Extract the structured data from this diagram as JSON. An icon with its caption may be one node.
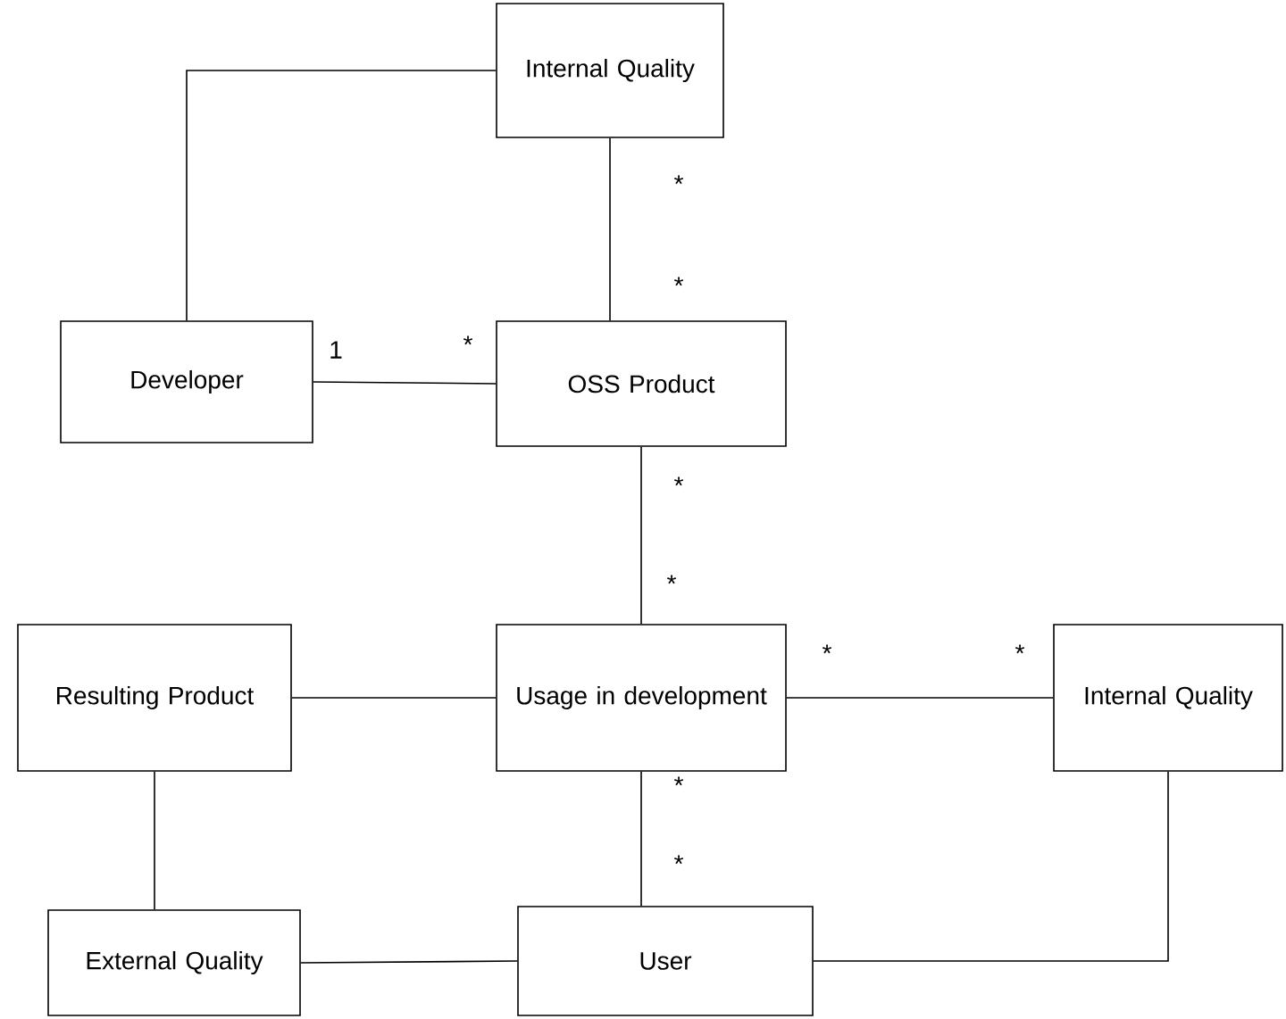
{
  "diagram": {
    "nodes": [
      {
        "text": [
          "Internal Quality"
        ]
      },
      {
        "text": [
          "Developer"
        ]
      },
      {
        "text": [
          "OSS Product"
        ]
      },
      {
        "text": [
          "Resulting Product"
        ]
      },
      {
        "text": [
          "Usage in development"
        ]
      },
      {
        "text": [
          "Internal Quality"
        ]
      },
      {
        "text": [
          "External Quality"
        ]
      },
      {
        "text": [
          "User"
        ]
      }
    ],
    "edges": [
      {
        "from": 1,
        "to": 0,
        "arrow": "none"
      },
      {
        "from": 1,
        "to": 2,
        "arrow": "none"
      },
      {
        "from": 0,
        "to": 2,
        "arrow": "none"
      },
      {
        "from": 2,
        "to": 4,
        "arrow": "none"
      },
      {
        "from": 3,
        "to": 4,
        "arrow": "none"
      },
      {
        "from": 4,
        "to": 5,
        "arrow": "none"
      },
      {
        "from": 4,
        "to": 7,
        "arrow": "none"
      },
      {
        "from": 3,
        "to": 6,
        "arrow": "none"
      },
      {
        "from": 6,
        "to": 7,
        "arrow": "none"
      },
      {
        "from": 5,
        "to": 7,
        "arrow": "none"
      }
    ],
    "labels": [
      "*",
      "*",
      "1",
      "*",
      "*",
      "*",
      "*",
      "*",
      "*",
      "*"
    ]
  }
}
